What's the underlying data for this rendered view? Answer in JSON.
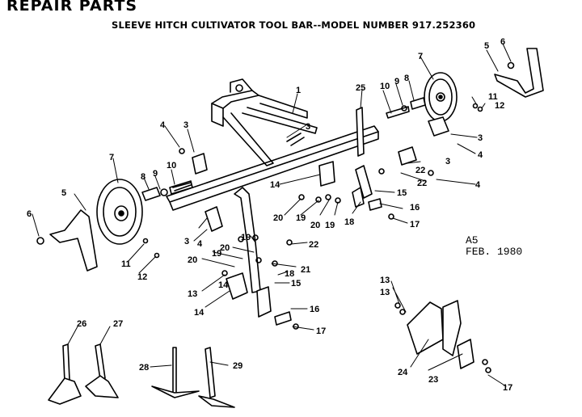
{
  "header": {
    "title": "REPAIR PARTS",
    "subtitle": "SLEEVE HITCH CULTIVATOR TOOL BAR--MODEL NUMBER 917.252360"
  },
  "revision": {
    "code": "A5",
    "date": "FEB. 1980"
  },
  "callouts": [
    "1",
    "3",
    "3",
    "3",
    "3",
    "3",
    "4",
    "4",
    "4",
    "4",
    "5",
    "5",
    "6",
    "6",
    "7",
    "7",
    "8",
    "8",
    "9",
    "9",
    "10",
    "10",
    "11",
    "11",
    "12",
    "12",
    "13",
    "13",
    "13",
    "14",
    "14",
    "14",
    "15",
    "15",
    "16",
    "16",
    "17",
    "17",
    "17",
    "18",
    "18",
    "19",
    "19",
    "19",
    "19",
    "20",
    "20",
    "20",
    "20",
    "21",
    "22",
    "22",
    "22",
    "23",
    "24",
    "25",
    "26",
    "27",
    "28",
    "29"
  ]
}
